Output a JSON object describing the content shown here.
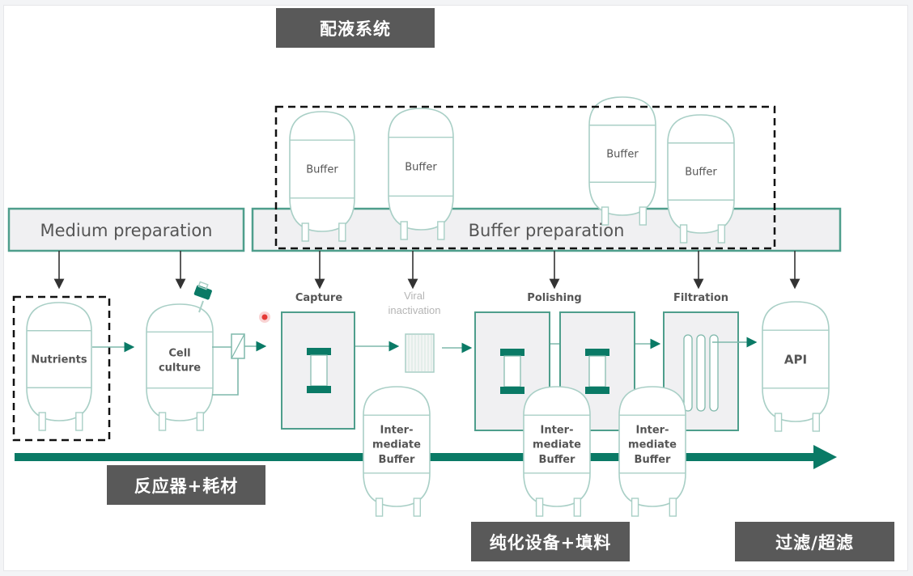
{
  "colors": {
    "teal": "#0a7a66",
    "teal_line": "#7fb8ab",
    "vessel_line": "#a9cfc6",
    "panel_fill": "#f0f0f2",
    "tag_bg": "#595959",
    "arrow_dark": "#333333",
    "cursor_dot": "#e53935"
  },
  "tags": {
    "liquid_system": "配液系统",
    "reactor_consumables": "反应器+耗材",
    "purification_resin": "纯化设备+填料",
    "filtration_uf": "过滤/超滤"
  },
  "bars": {
    "medium_preparation": "Medium preparation",
    "buffer_preparation": "Buffer preparation"
  },
  "buffer_tanks": [
    "Buffer",
    "Buffer",
    "Buffer",
    "Buffer"
  ],
  "steps": {
    "nutrients": "Nutrients",
    "cell_culture_line1": "Cell",
    "cell_culture_line2": "culture",
    "capture": "Capture",
    "viral_line1": "Viral",
    "viral_line2": "inactivation",
    "polishing": "Polishing",
    "filtration": "Filtration",
    "api": "API"
  },
  "intermediate_buffer": {
    "line1": "Inter-",
    "line2": "mediate",
    "line3": "Buffer"
  }
}
